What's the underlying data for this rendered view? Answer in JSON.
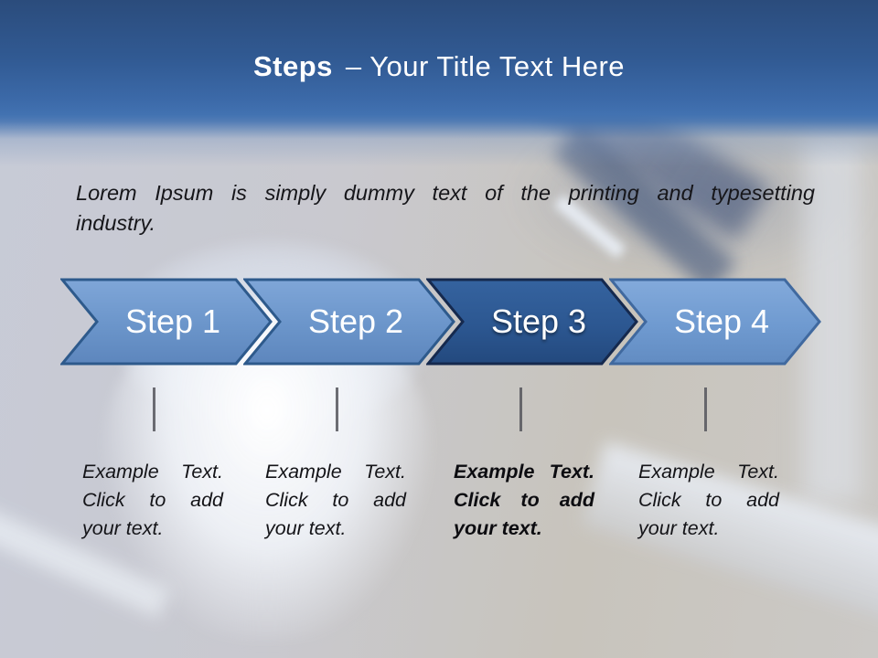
{
  "header": {
    "title_bold": "Steps",
    "title_rest": "– Your Title Text Here"
  },
  "intro": {
    "line1": "Lorem Ipsum is simply dummy text of the printing and typesetting",
    "line2": "industry."
  },
  "steps": [
    {
      "label": "Step 1",
      "emphasized": false,
      "caption_lines": [
        "Example Text.",
        "Click to add",
        "your text."
      ]
    },
    {
      "label": "Step 2",
      "emphasized": false,
      "caption_lines": [
        "Example Text.",
        "Click to add",
        "your text."
      ]
    },
    {
      "label": "Step 3",
      "emphasized": true,
      "caption_lines": [
        "Example Text.",
        "Click to add",
        "your text."
      ]
    },
    {
      "label": "Step 4",
      "emphasized": false,
      "caption_lines": [
        "Example Text.",
        "Click to add",
        "your text."
      ]
    }
  ],
  "colors": {
    "header_top": "#2b4c7c",
    "header_bottom": "#4272b1",
    "chevron_light_fill": "#6b95ca",
    "chevron_light_border": "#2e5a8c",
    "chevron_dark_fill": "#2c5791",
    "chevron_dark_border": "#15294e",
    "chevron_light2_fill": "#6f9ad0",
    "chevron_light2_border": "#40699f",
    "tick_gray": "#55555c",
    "title_text": "#ffffff",
    "body_text": "#16161a",
    "background_base": "#c8cad2"
  }
}
